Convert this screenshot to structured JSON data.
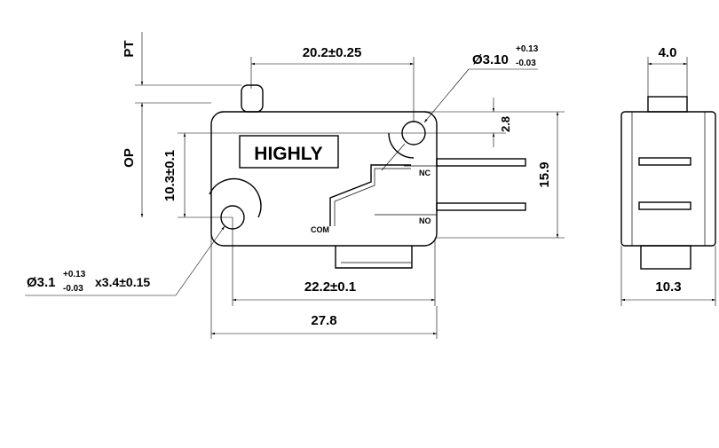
{
  "brand": "HIGHLY",
  "terminals": {
    "nc": "NC",
    "no": "NO",
    "com": "COM"
  },
  "labels": {
    "pt": "PT",
    "op": "OP"
  },
  "dims": {
    "width_top": "20.2±0.25",
    "hole_top_main": "Ø3.10",
    "hole_top_plus": "+0.13",
    "hole_top_minus": "-0.03",
    "dist_2_8": "2.8",
    "height_15_9": "15.9",
    "height_10_3": "10.3±0.1",
    "hole_bottom_main": "Ø3.1",
    "hole_bottom_plus": "+0.13",
    "hole_bottom_minus": "-0.03",
    "hole_bottom_tail": "x3.4±0.15",
    "width_22_2": "22.2±0.1",
    "width_27_8": "27.8",
    "side_top": "4.0",
    "side_bottom": "10.3"
  }
}
